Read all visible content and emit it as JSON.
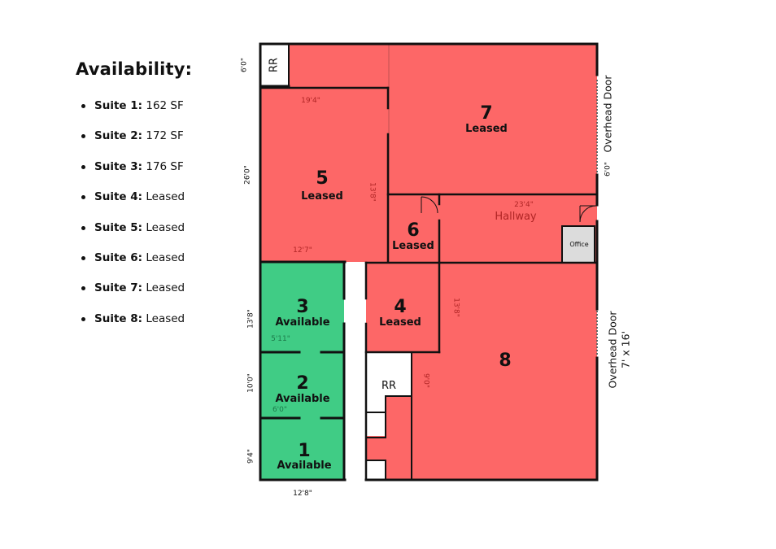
{
  "legend": {
    "title": "Availability:",
    "items": [
      {
        "name": "Suite 1:",
        "value": "162 SF"
      },
      {
        "name": "Suite 2:",
        "value": "172 SF"
      },
      {
        "name": "Suite 3:",
        "value": "176 SF"
      },
      {
        "name": "Suite 4:",
        "value": "Leased"
      },
      {
        "name": "Suite 5:",
        "value": "Leased"
      },
      {
        "name": "Suite 6:",
        "value": "Leased"
      },
      {
        "name": "Suite 7:",
        "value": "Leased"
      },
      {
        "name": "Suite 8:",
        "value": "Leased"
      }
    ]
  },
  "colors": {
    "leased": "#fd6767",
    "available": "#40cc85",
    "office": "#dcdcdc",
    "wall": "#111111",
    "dim_red": "#b02525",
    "dim_green": "#1d7a4a"
  },
  "suites": {
    "s1": {
      "number": "1",
      "status": "Available"
    },
    "s2": {
      "number": "2",
      "status": "Available"
    },
    "s3": {
      "number": "3",
      "status": "Available"
    },
    "s4": {
      "number": "4",
      "status": "Leased"
    },
    "s5": {
      "number": "5",
      "status": "Leased"
    },
    "s6": {
      "number": "6",
      "status": "Leased"
    },
    "s7": {
      "number": "7",
      "status": "Leased"
    },
    "s8": {
      "number": "8",
      "status": ""
    }
  },
  "labels": {
    "restroom_top": "RR",
    "restroom_mid": "RR",
    "hallway": "Hallway",
    "office": "Office",
    "overhead_door_top": "Overhead Door",
    "overhead_door_bottom": "Overhead Door",
    "overhead_door_bottom_size": "7' x 16'"
  },
  "dimensions": {
    "left_rr_height": "6'0\"",
    "left_suite5_height": "26'0\"",
    "left_suite3_height": "13'8\"",
    "left_suite2_height": "10'0\"",
    "left_suite1_height": "9'4\"",
    "bottom_width": "12'8\"",
    "suite5_top_width": "19'4\"",
    "suite5_inner_height": "13'8\"",
    "suite5_bottom_width": "12'7\"",
    "hallway_width": "23'4\"",
    "right_top_door": "6'0\"",
    "suite8_height": "13'8\"",
    "suite8_lower_height": "9'0\"",
    "suite3_width": "5'11\"",
    "suite2_width": "6'0\""
  }
}
